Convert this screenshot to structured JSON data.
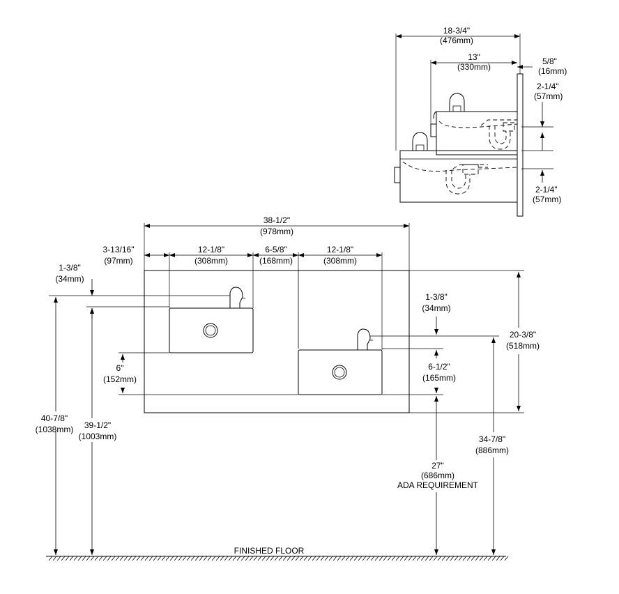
{
  "side_view": {
    "overall_depth": {
      "in": "18-3/4\"",
      "mm": "(476mm)"
    },
    "upper_depth": {
      "in": "13\"",
      "mm": "(330mm)"
    },
    "wall_plate": {
      "in": "5/8\"",
      "mm": "(16mm)"
    },
    "upper_drop": {
      "in": "2-1/4\"",
      "mm": "(57mm)"
    },
    "lower_drop": {
      "in": "2-1/4\"",
      "mm": "(57mm)"
    }
  },
  "front_view": {
    "overall_width": {
      "in": "38-1/2\"",
      "mm": "(978mm)"
    },
    "left_margin": {
      "in": "3-13/16\"",
      "mm": "(97mm)"
    },
    "left_bowl_width": {
      "in": "12-1/8\"",
      "mm": "(308mm)"
    },
    "gap": {
      "in": "6-5/8\"",
      "mm": "(168mm)"
    },
    "right_bowl_width": {
      "in": "12-1/8\"",
      "mm": "(308mm)"
    },
    "left_bubbler_offset": {
      "in": "1-3/8\"",
      "mm": "(34mm)"
    },
    "right_bubbler_offset": {
      "in": "1-3/8\"",
      "mm": "(34mm)"
    },
    "height_diff": {
      "in": "6\"",
      "mm": "(152mm)"
    },
    "right_bowl_depth": {
      "in": "6-1/2\"",
      "mm": "(165mm)"
    },
    "overall_height": {
      "in": "20-3/8\"",
      "mm": "(518mm)"
    },
    "left_bubbler_height": {
      "in": "40-7/8\"",
      "mm": "(1038mm)"
    },
    "left_rim_height": {
      "in": "39-1/2\"",
      "mm": "(1003mm)"
    },
    "right_bubbler_height": {
      "in": "34-7/8\"",
      "mm": "(886mm)"
    },
    "ada_clearance": {
      "in": "27\"",
      "mm": "(686mm)",
      "note": "ADA REQUIREMENT"
    },
    "floor_label": "FINISHED FLOOR"
  }
}
